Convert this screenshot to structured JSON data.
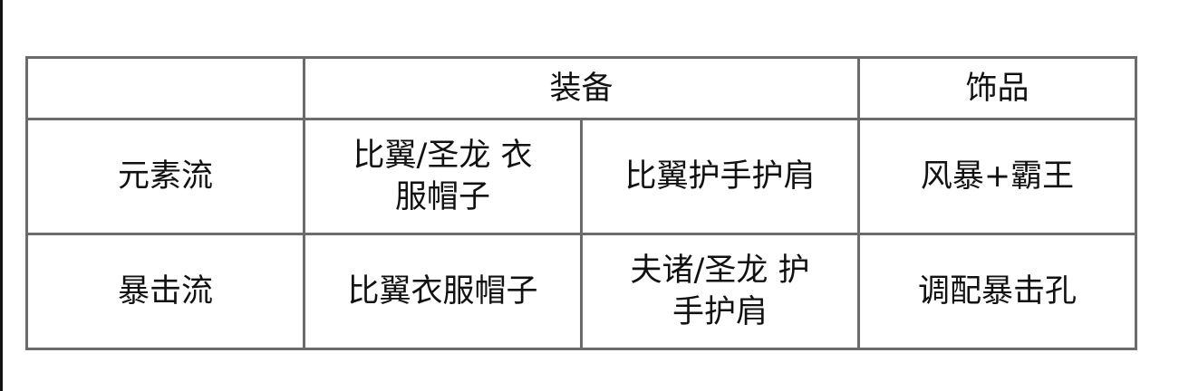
{
  "header": {
    "corner": "",
    "equipment": "装备",
    "accessory": "饰品"
  },
  "rows": [
    {
      "name": "元素流",
      "equip1": [
        "比翼/圣龙 衣",
        "服帽子"
      ],
      "equip2": [
        "比翼护手护肩"
      ],
      "accessory": "风暴+霸王"
    },
    {
      "name": "暴击流",
      "equip1": [
        "比翼衣服帽子"
      ],
      "equip2": [
        "夫诸/圣龙 护",
        "手护肩"
      ],
      "accessory": "调配暴击孔"
    }
  ]
}
